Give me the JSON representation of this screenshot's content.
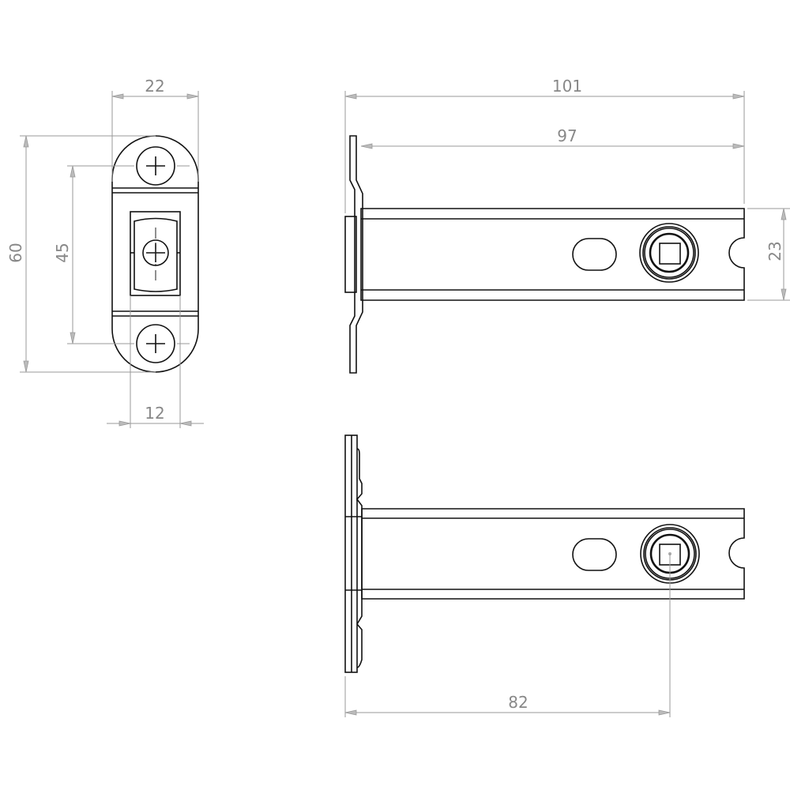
{
  "drawing": {
    "front_view": {
      "width_dim": "22",
      "height_dim": "60",
      "hole_spacing_dim": "45",
      "latch_width_dim": "12"
    },
    "side_view": {
      "overall_length_dim": "101",
      "body_length_dim": "97",
      "body_height_dim": "23"
    },
    "bottom_view": {
      "backset_dim": "82"
    }
  }
}
